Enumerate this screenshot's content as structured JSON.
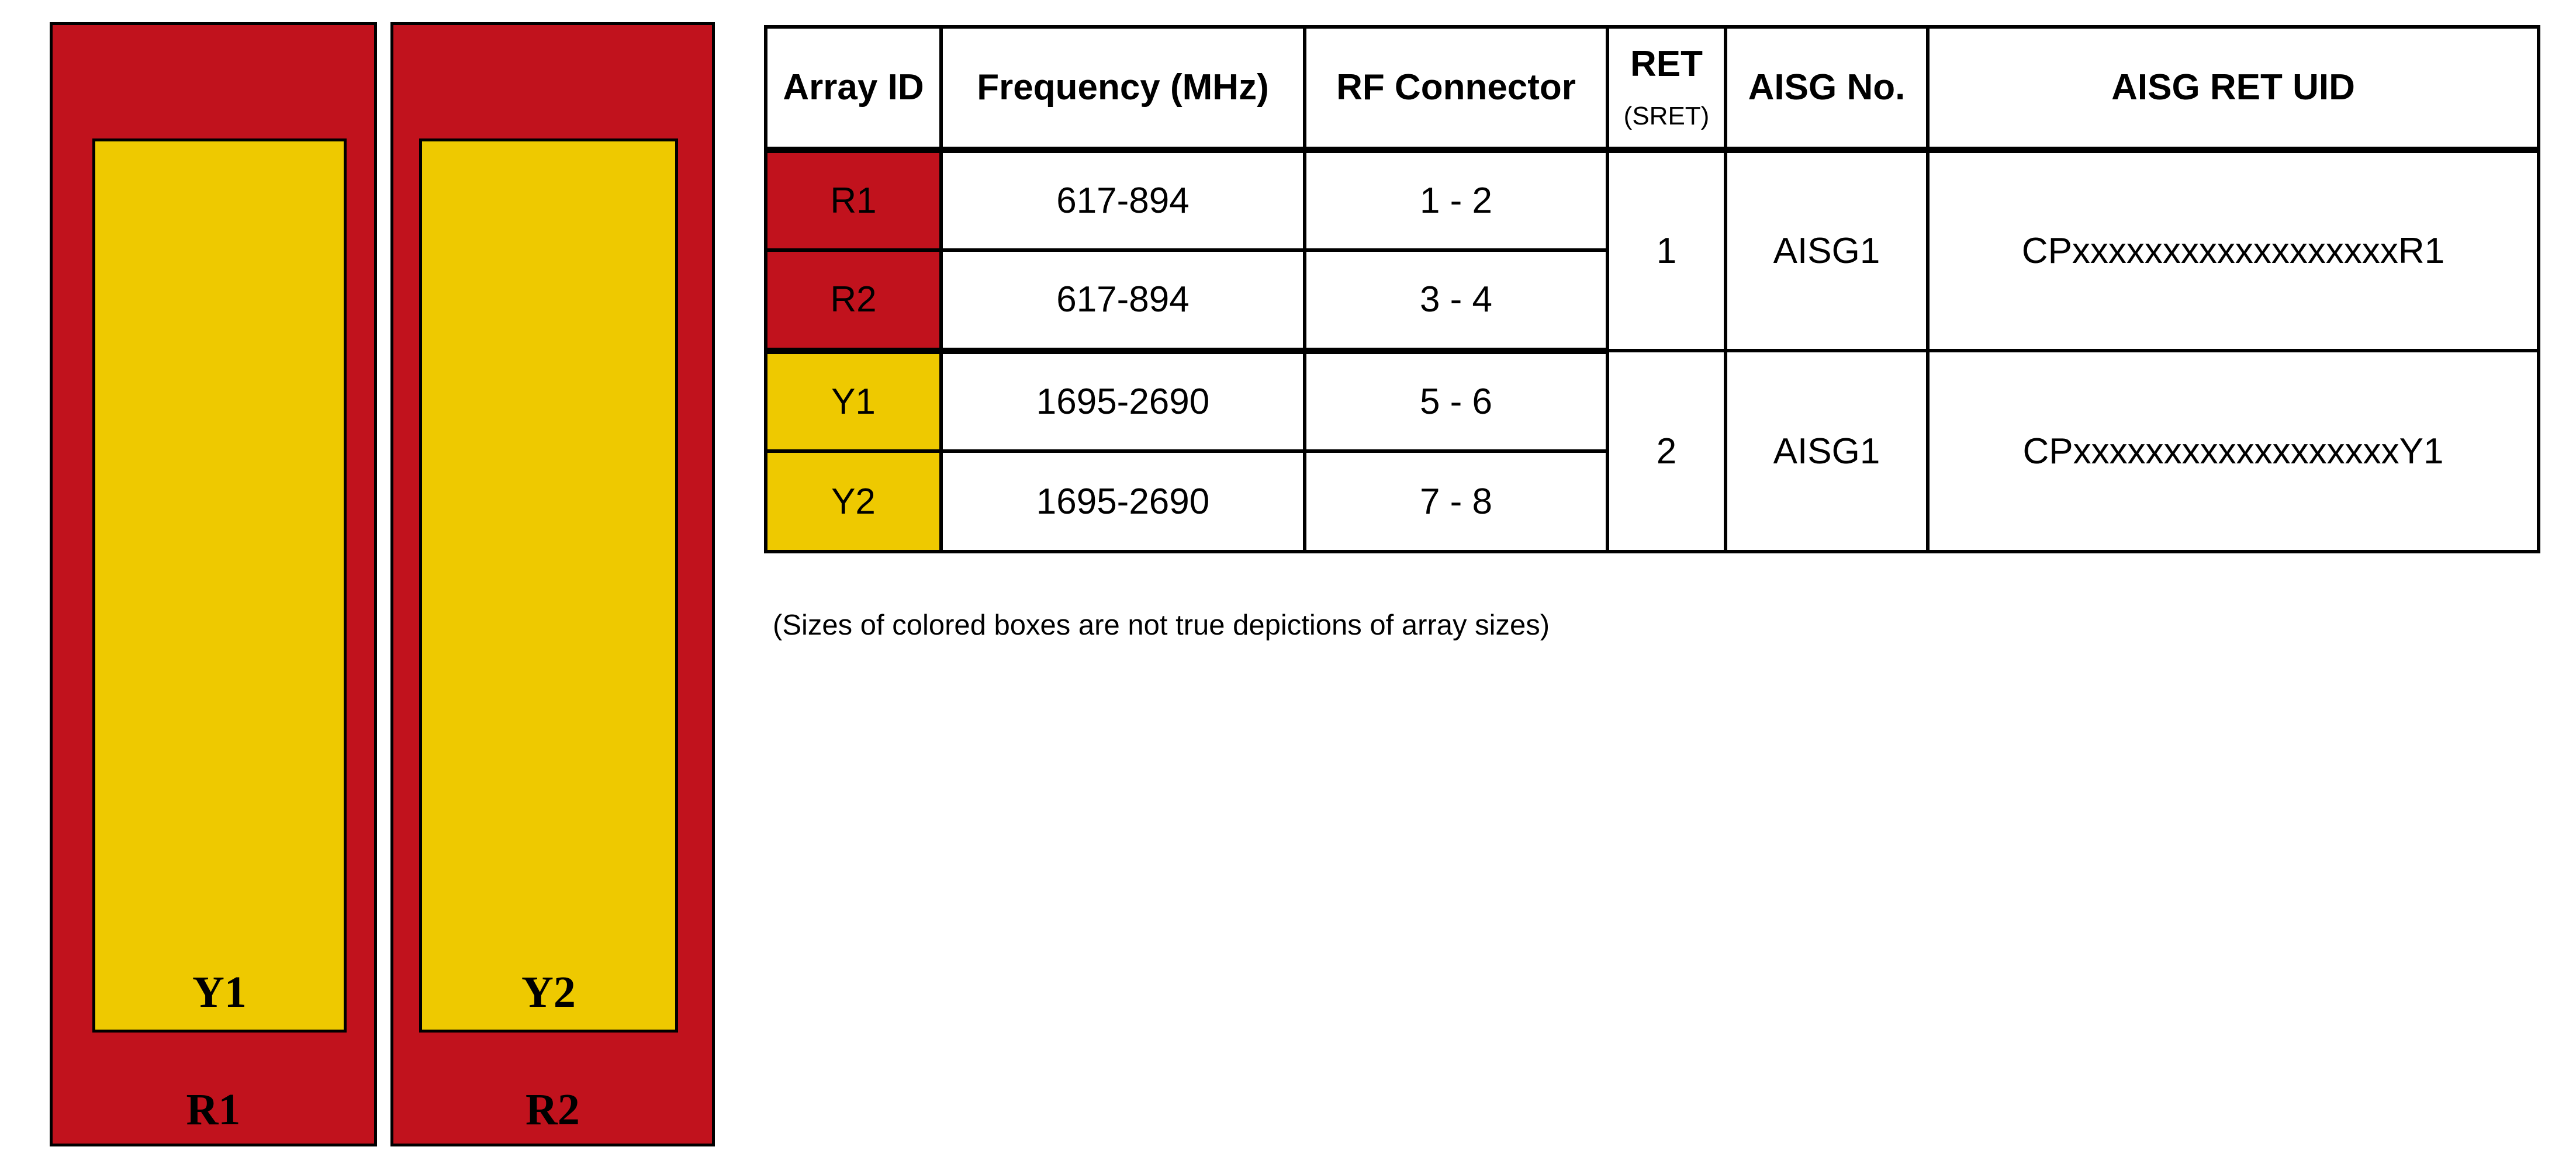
{
  "colors": {
    "array_red": "#C1121D",
    "array_yellow": "#EEC900",
    "border_black": "#000000",
    "background": "#FFFFFF"
  },
  "diagram": {
    "arrays": [
      {
        "outer_label": "R1",
        "inner_label": "Y1"
      },
      {
        "outer_label": "R2",
        "inner_label": "Y2"
      }
    ]
  },
  "table": {
    "headers": {
      "array_id": "Array ID",
      "frequency": "Frequency (MHz)",
      "rf_connector": "RF Connector",
      "ret": "RET",
      "ret_sub": "(SRET)",
      "aisg_no": "AISG No.",
      "aisg_ret_uid": "AISG RET UID"
    },
    "rows": [
      {
        "array_id": "R1",
        "frequency": "617-894",
        "rf_connector": "1 - 2",
        "color": "#C1121D"
      },
      {
        "array_id": "R2",
        "frequency": "617-894",
        "rf_connector": "3 - 4",
        "color": "#C1121D"
      },
      {
        "array_id": "Y1",
        "frequency": "1695-2690",
        "rf_connector": "5 - 6",
        "color": "#EEC900"
      },
      {
        "array_id": "Y2",
        "frequency": "1695-2690",
        "rf_connector": "7 - 8",
        "color": "#EEC900"
      }
    ],
    "ret_groups": [
      {
        "ret": "1",
        "aisg_no": "AISG1",
        "aisg_ret_uid": "CPxxxxxxxxxxxxxxxxxxR1"
      },
      {
        "ret": "2",
        "aisg_no": "AISG1",
        "aisg_ret_uid": "CPxxxxxxxxxxxxxxxxxxY1"
      }
    ]
  },
  "caption": "(Sizes of colored boxes are not true depictions of array sizes)"
}
